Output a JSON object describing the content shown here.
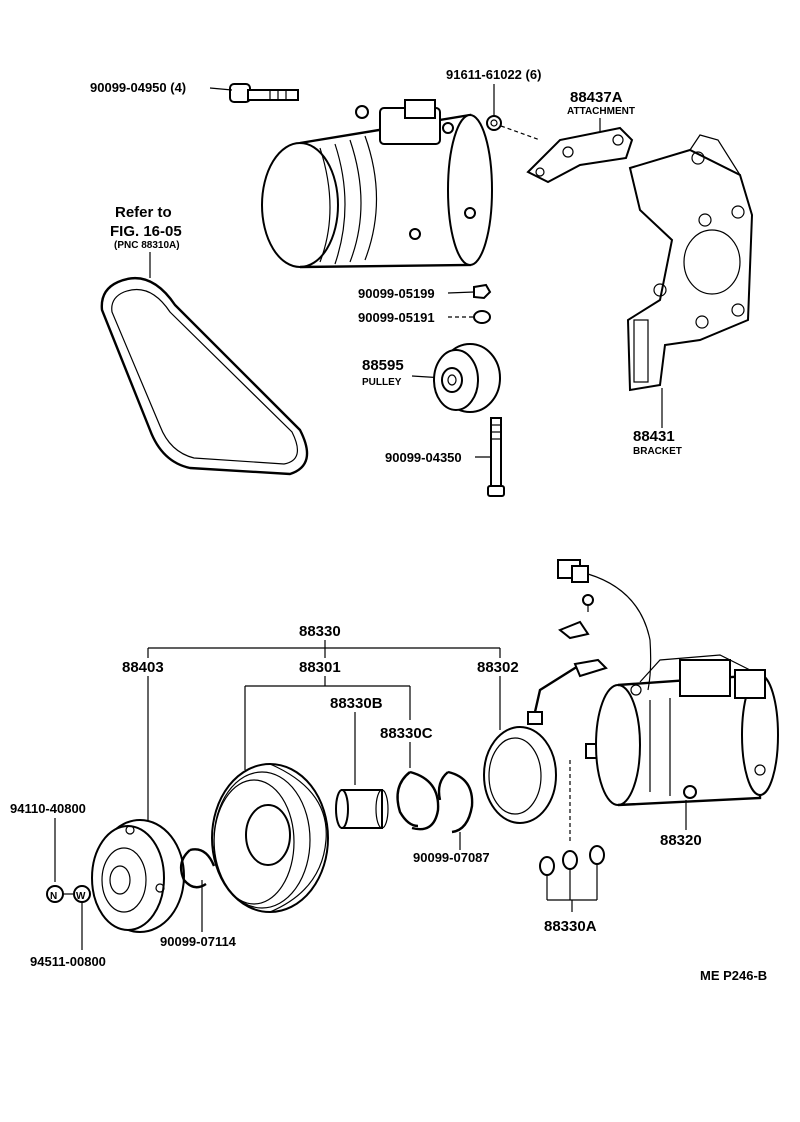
{
  "labels": {
    "bolt_top": "90099-04950 (4)",
    "nut_top": "91611-61022 (6)",
    "attachment_no": "88437A",
    "attachment_name": "ATTACHMENT",
    "refer_1": "Refer to",
    "refer_2": "FIG. 16-05",
    "refer_3": "(PNC 88310A)",
    "nut_05199": "90099-05199",
    "nut_05191": "90099-05191",
    "pulley_no": "88595",
    "pulley_name": "PULLEY",
    "bolt_04350": "90099-04350",
    "bracket_no": "88431",
    "bracket_name": "BRACKET",
    "clutch_assy": "88330",
    "plate": "88403",
    "rotor": "88301",
    "field_coil": "88302",
    "bearing": "88330B",
    "snap_ring_c": "88330C",
    "nut_40800": "94110-40800",
    "washer_00800": "94511-00800",
    "snap_07114": "90099-07114",
    "snap_07087": "90099-07087",
    "compressor": "88320",
    "shims": "88330A",
    "page_ref": "ME  P246-B",
    "nut_symbol": "N",
    "washer_symbol": "W"
  }
}
